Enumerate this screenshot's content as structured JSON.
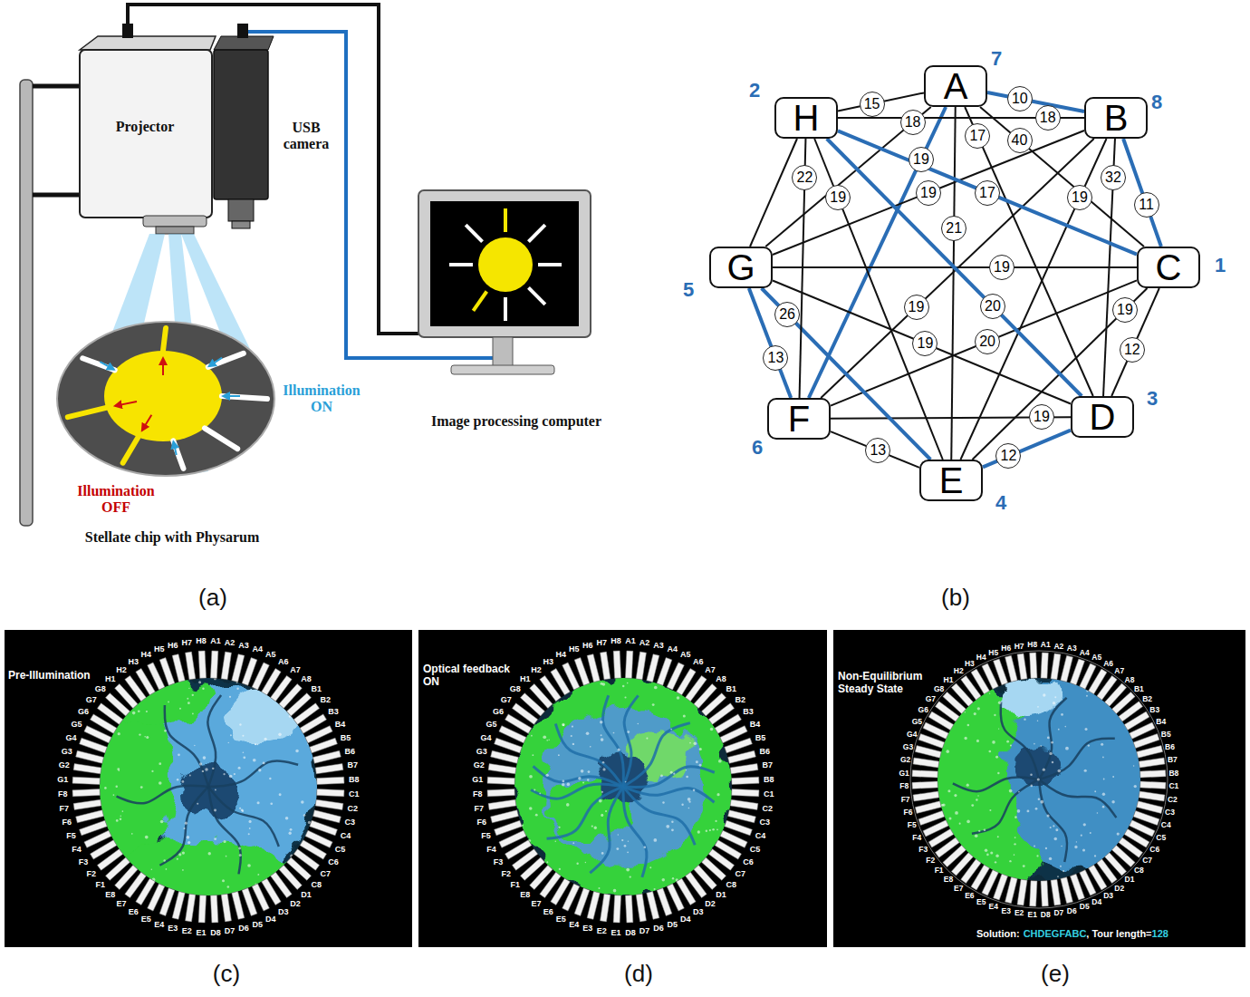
{
  "diagram": {
    "nodes": [
      {
        "text": [
          "A",
          "7"
        ]
      },
      {
        "text": [
          "H",
          "2"
        ]
      },
      {
        "text": [
          "B",
          "8"
        ]
      },
      {
        "text": [
          "G",
          "5"
        ]
      },
      {
        "text": [
          "C",
          "1"
        ]
      },
      {
        "text": [
          "F",
          "6"
        ]
      },
      {
        "text": [
          "D",
          "3"
        ]
      },
      {
        "text": [
          "E",
          "4"
        ]
      }
    ],
    "edges": [
      {
        "from": 0,
        "to": 2,
        "arrow": "none",
        "label": "10"
      },
      {
        "from": 0,
        "to": 4,
        "arrow": "none",
        "label": "40"
      },
      {
        "from": 0,
        "to": 6,
        "arrow": "none",
        "label": "17"
      },
      {
        "from": 0,
        "to": 7,
        "arrow": "none",
        "label": "21"
      },
      {
        "from": 0,
        "to": 5,
        "arrow": "none",
        "label": "19"
      },
      {
        "from": 0,
        "to": 3,
        "arrow": "none",
        "label": "18"
      },
      {
        "from": 0,
        "to": 1,
        "arrow": "none",
        "label": "15"
      },
      {
        "from": 2,
        "to": 4,
        "arrow": "none",
        "label": "11"
      },
      {
        "from": 2,
        "to": 6,
        "arrow": "none",
        "label": "32"
      },
      {
        "from": 2,
        "to": 7,
        "arrow": "none",
        "label": "19"
      },
      {
        "from": 2,
        "to": 5,
        "arrow": "none",
        "label": "19"
      },
      {
        "from": 2,
        "to": 3,
        "arrow": "none",
        "label": "19"
      },
      {
        "from": 2,
        "to": 1,
        "arrow": "none",
        "label": "18"
      },
      {
        "from": 4,
        "to": 6,
        "arrow": "none",
        "label": "12"
      },
      {
        "from": 4,
        "to": 7,
        "arrow": "none",
        "label": "19"
      },
      {
        "from": 4,
        "to": 5,
        "arrow": "none",
        "label": "20"
      },
      {
        "from": 4,
        "to": 3,
        "arrow": "none",
        "label": "19"
      },
      {
        "from": 4,
        "to": 1,
        "arrow": "none",
        "label": "17"
      },
      {
        "from": 6,
        "to": 7,
        "arrow": "none",
        "label": "12"
      },
      {
        "from": 6,
        "to": 5,
        "arrow": "none",
        "label": "19"
      },
      {
        "from": 6,
        "to": 3,
        "arrow": "none",
        "label": "19"
      },
      {
        "from": 6,
        "to": 1,
        "arrow": "none",
        "label": "20"
      },
      {
        "from": 7,
        "to": 5,
        "arrow": "none",
        "label": "13"
      },
      {
        "from": 7,
        "to": 3,
        "arrow": "none",
        "label": "26"
      },
      {
        "from": 7,
        "to": 1,
        "arrow": "none",
        "label": "19"
      },
      {
        "from": 5,
        "to": 3,
        "arrow": "none",
        "label": "13"
      },
      {
        "from": 5,
        "to": 1,
        "arrow": "none",
        "label": "22"
      },
      {
        "from": 3,
        "to": 1,
        "arrow": "none"
      }
    ],
    "labels": [
      "Projector",
      "USB camera",
      "Illumination ON",
      "Illumination OFF",
      "Image processing computer",
      "Stellate chip with Physarum",
      "(a)",
      "(b)",
      "Pre-Illumination",
      "A1",
      "A2",
      "A3",
      "A4",
      "A5",
      "A6",
      "A7",
      "A8",
      "B1",
      "B2",
      "B3",
      "B4",
      "B5",
      "B6",
      "B7",
      "B8",
      "C1",
      "C2",
      "C3",
      "C4",
      "C5",
      "C6",
      "C7",
      "C8",
      "D1",
      "D2",
      "D3",
      "D4",
      "D5",
      "D6",
      "D7",
      "D8",
      "E1",
      "E2",
      "E3",
      "E4",
      "E5",
      "E6",
      "E7",
      "E8",
      "F1",
      "F2",
      "F3",
      "F4",
      "F5",
      "F6",
      "F7",
      "F8",
      "G1",
      "G2",
      "G3",
      "G4",
      "G5",
      "G6",
      "G7",
      "G8",
      "H1",
      "H2",
      "H3",
      "H4",
      "H5",
      "H6",
      "H7",
      "H8",
      "(c)",
      "Optical feedback ON",
      "A1",
      "A2",
      "A3",
      "A4",
      "A5",
      "A6",
      "A7",
      "A8",
      "B1",
      "B2",
      "B3",
      "B4",
      "B5",
      "B6",
      "B7",
      "B8",
      "C1",
      "C2",
      "C3",
      "C4",
      "C5",
      "C6",
      "C7",
      "C8",
      "D1",
      "D2",
      "D3",
      "D4",
      "D5",
      "D6",
      "D7",
      "D8",
      "E1",
      "E2",
      "E3",
      "E4",
      "E5",
      "E6",
      "E7",
      "E8",
      "F1",
      "F2",
      "F3",
      "F4",
      "F5",
      "F6",
      "F7",
      "F8",
      "G1",
      "G2",
      "G3",
      "G4",
      "G5",
      "G6",
      "G7",
      "G8",
      "H1",
      "H2",
      "H3",
      "H4",
      "H5",
      "H6",
      "H7",
      "H8",
      "(d)",
      "Non-Equilibrium Steady State",
      "A1",
      "A2",
      "A3",
      "A4",
      "A5",
      "A6",
      "A7",
      "A8",
      "B1",
      "B2",
      "B3",
      "B4",
      "B5",
      "B6",
      "B7",
      "B8",
      "C1",
      "C2",
      "C3",
      "C4",
      "C5",
      "C6",
      "C7",
      "C8",
      "D1",
      "D2",
      "D3",
      "D4",
      "D5",
      "D6",
      "D7",
      "D8",
      "E1",
      "E2",
      "E3",
      "E4",
      "E5",
      "E6",
      "E7",
      "E8",
      "F1",
      "F2",
      "F3",
      "F4",
      "F5",
      "F6",
      "F7",
      "F8",
      "G1",
      "G2",
      "G3",
      "G4",
      "G5",
      "G6",
      "G7",
      "G8",
      "H1",
      "H2",
      "H3",
      "H4",
      "H5",
      "H6",
      "H7",
      "H8",
      "Solution:",
      "CHDEGFABC",
      ", Tour length=",
      "128",
      "(e)"
    ]
  }
}
